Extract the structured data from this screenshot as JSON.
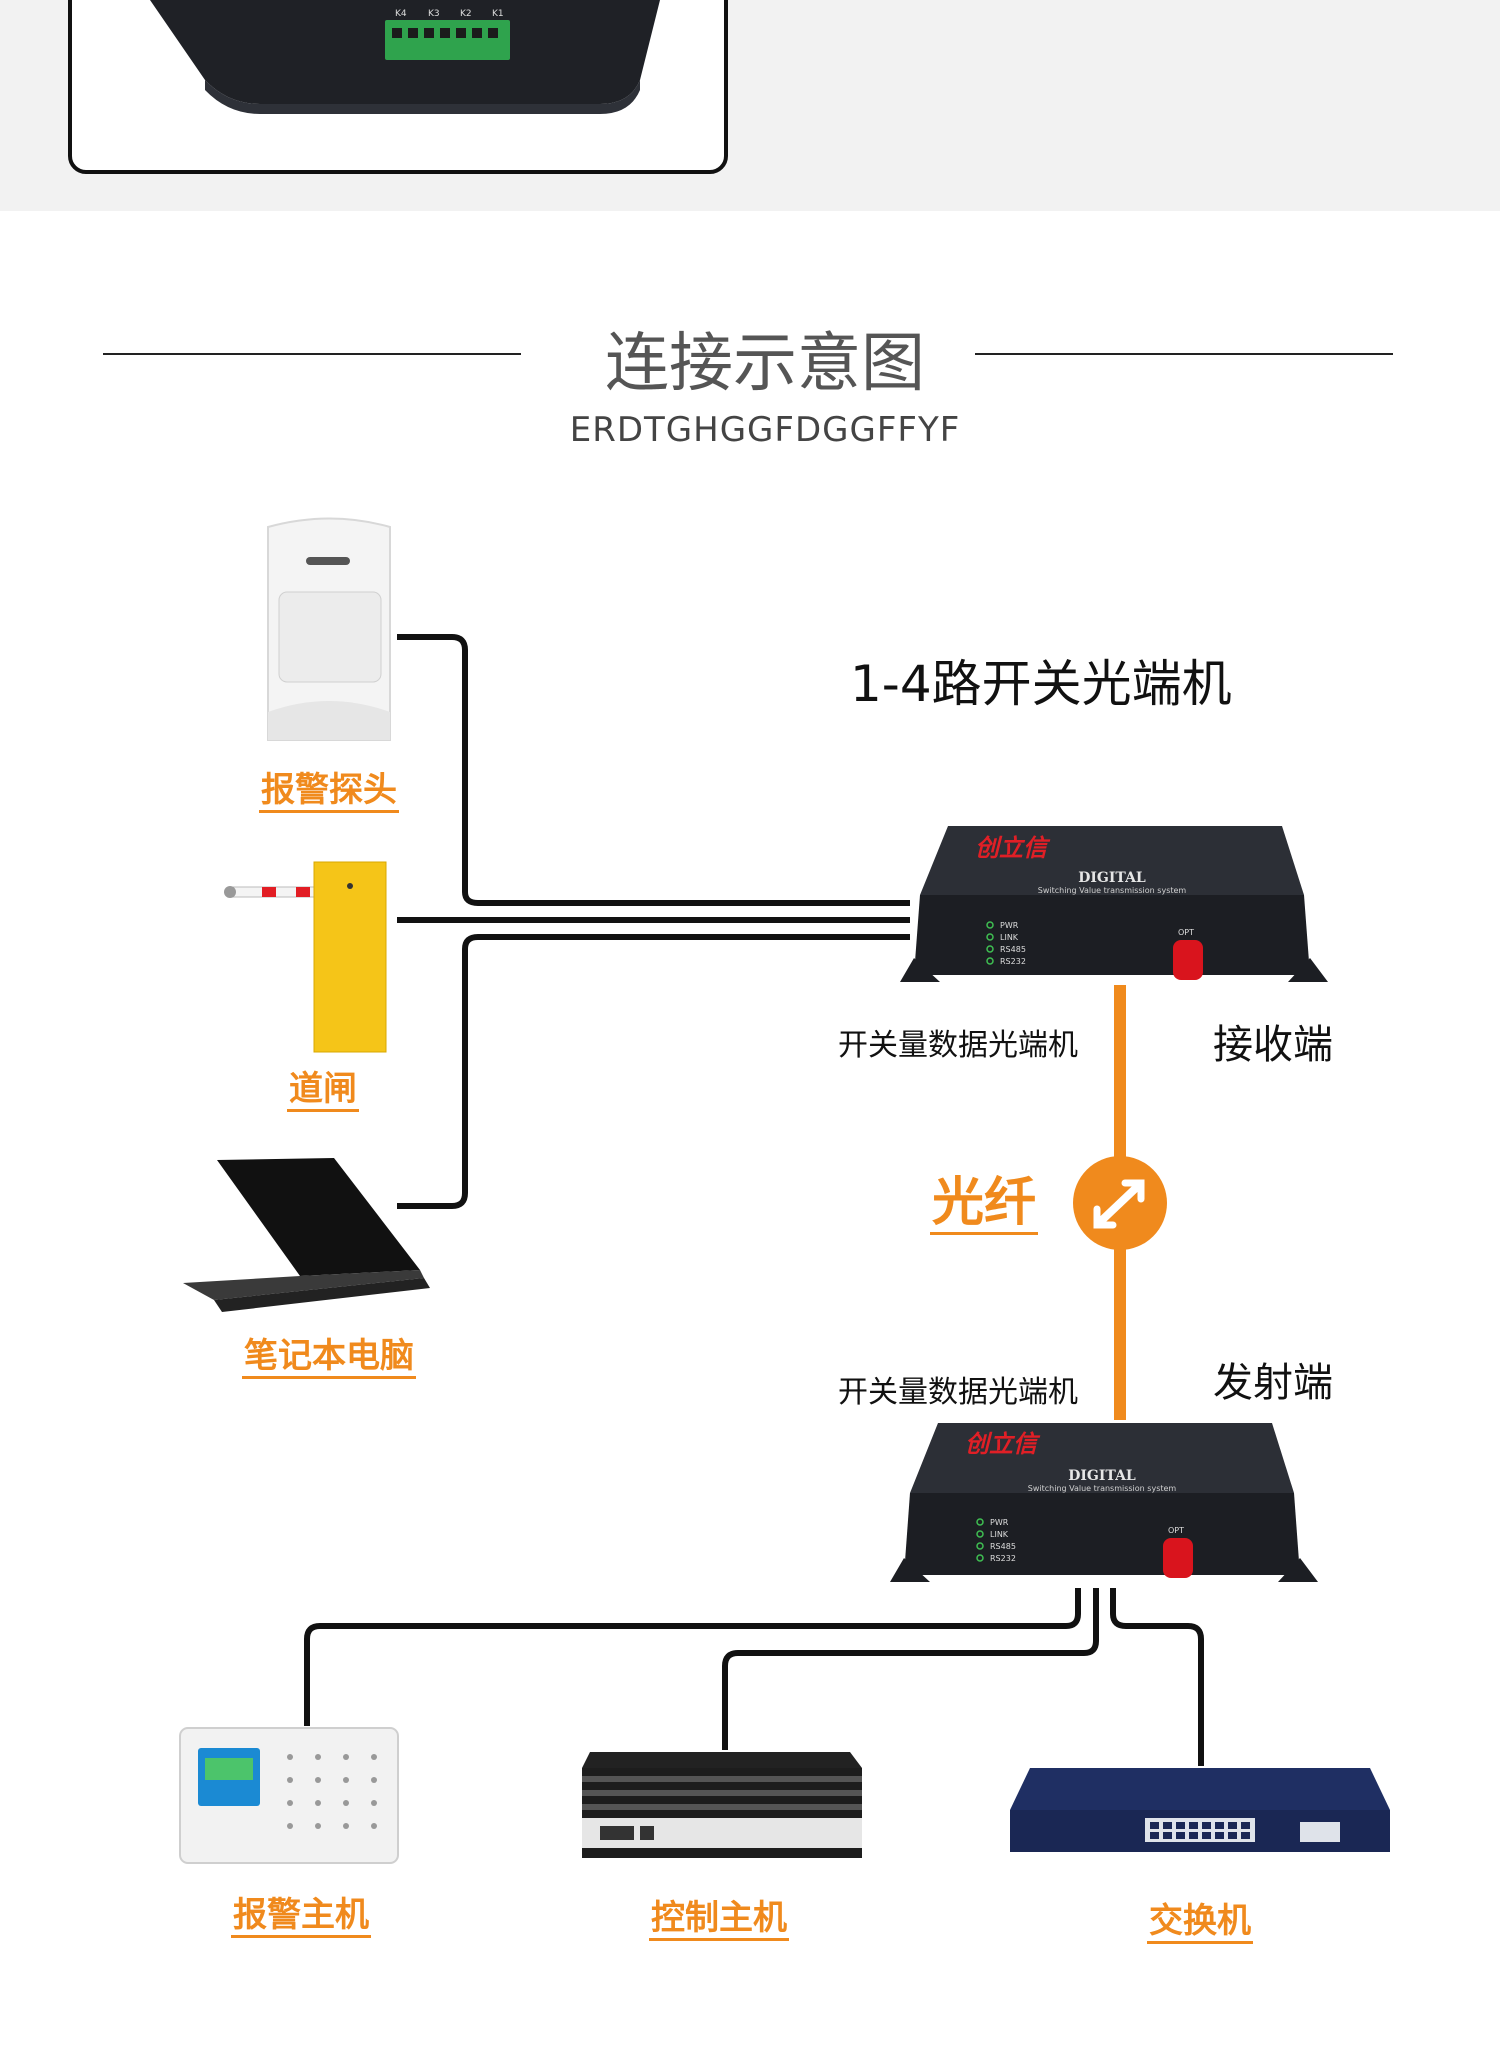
{
  "header": {
    "title": "连接示意图",
    "subtitle": "ERDTGHGGFDGGFFYF"
  },
  "diagram": {
    "system_title": "1-4路开关光端机",
    "receiver": {
      "device_label": "开关量数据光端机",
      "role": "接收端"
    },
    "transmitter": {
      "device_label": "开关量数据光端机",
      "role": "发射端"
    },
    "fiber_label": "光纤",
    "device_brand": "创立信",
    "device_panel": {
      "model_text": "DIGITAL",
      "model_subtext": "Switching Value transmission system",
      "leds": [
        "PWR",
        "LINK",
        "RS485",
        "RS232"
      ],
      "port": "OPT"
    },
    "top_strip_terminals": [
      "K4",
      "K3",
      "K2",
      "K1"
    ],
    "left_devices": [
      {
        "label": "报警探头",
        "icon": "motion-detector-icon"
      },
      {
        "label": "道闸",
        "icon": "barrier-gate-icon"
      },
      {
        "label": "笔记本电脑",
        "icon": "laptop-icon"
      }
    ],
    "bottom_devices": [
      {
        "label": "报警主机",
        "icon": "alarm-panel-icon"
      },
      {
        "label": "控制主机",
        "icon": "control-host-icon"
      },
      {
        "label": "交换机",
        "icon": "switch-icon"
      }
    ]
  },
  "colors": {
    "accent": "#f08a1d",
    "device": "#26282e",
    "cable": "#111111"
  }
}
